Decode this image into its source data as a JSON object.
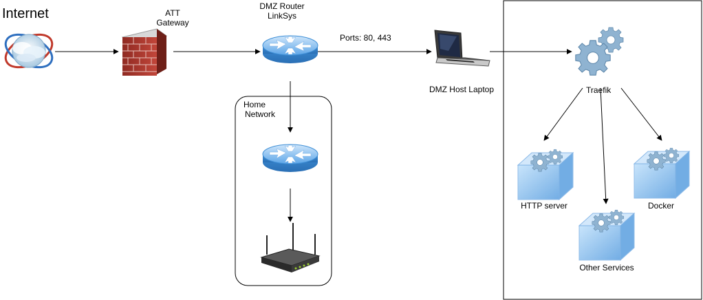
{
  "diagram": {
    "title": "Internet",
    "nodes": {
      "internet": {
        "icon": "cloud-globe-icon"
      },
      "gateway": {
        "label_lines": [
          "ATT",
          "Gateway"
        ],
        "icon": "firewall-icon"
      },
      "dmz_router": {
        "label_lines": [
          "DMZ Router",
          "LinkSys"
        ],
        "icon": "router-icon"
      },
      "dmz_host": {
        "label": "DMZ Host Laptop",
        "icon": "laptop-icon"
      },
      "home_network": {
        "label_lines": [
          "Home",
          "Network"
        ]
      },
      "home_router": {
        "icon": "router-icon"
      },
      "wifi_router": {
        "icon": "wireless-router-icon"
      },
      "traefik": {
        "label": "Traefik",
        "icon": "gears-icon"
      },
      "http_server": {
        "label": "HTTP server",
        "icon": "service-cube-icon"
      },
      "other_services": {
        "label": "Other Services",
        "icon": "service-cube-icon"
      },
      "docker": {
        "label": "Docker",
        "icon": "service-cube-icon"
      }
    },
    "edges": [
      {
        "from": "internet",
        "to": "gateway"
      },
      {
        "from": "gateway",
        "to": "dmz_router"
      },
      {
        "from": "dmz_router",
        "to": "dmz_host",
        "label": "Ports: 80, 443"
      },
      {
        "from": "dmz_host",
        "to": "traefik"
      },
      {
        "from": "dmz_router",
        "to": "home_router"
      },
      {
        "from": "home_router",
        "to": "wifi_router"
      },
      {
        "from": "traefik",
        "to": "http_server"
      },
      {
        "from": "traefik",
        "to": "other_services"
      },
      {
        "from": "traefik",
        "to": "docker"
      }
    ],
    "colors": {
      "router_blue": "#4a90d9",
      "firewall_red": "#b03a2e",
      "gear_blue": "#8fb3d1",
      "cube_blue": "#7fb2e5"
    }
  }
}
